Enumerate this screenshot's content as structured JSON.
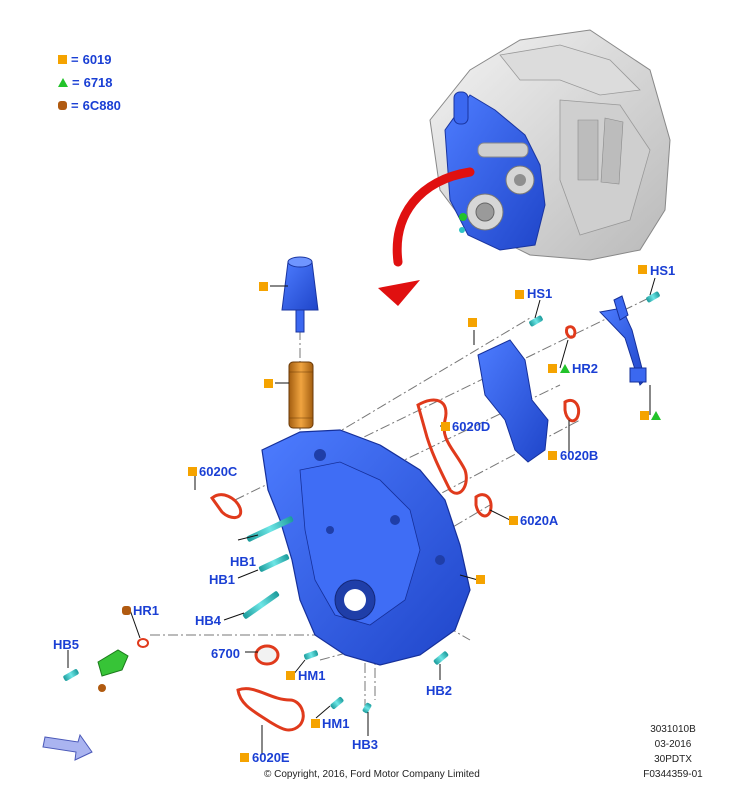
{
  "legend": [
    {
      "marker": "square",
      "value": "6019"
    },
    {
      "marker": "triangle",
      "value": "6718"
    },
    {
      "marker": "octagon",
      "value": "6C880"
    }
  ],
  "legend_eq": "=",
  "labels": {
    "hs1_right": "HS1",
    "hs1_top": "HS1",
    "hr2": "HR2",
    "p6020d": "6020D",
    "p6020b": "6020B",
    "p6020c": "6020C",
    "p6020a": "6020A",
    "hb1_upper": "HB1",
    "hb1_lower": "HB1",
    "hb4": "HB4",
    "hr1": "HR1",
    "hb5": "HB5",
    "p6700": "6700",
    "hm1_upper": "HM1",
    "hm1_lower": "HM1",
    "hb2": "HB2",
    "hb3": "HB3",
    "p6020e": "6020E"
  },
  "footer": {
    "copyright": "© Copyright, 2016, Ford Motor Company Limited",
    "ref1": "3031010B",
    "ref2": "03-2016",
    "ref3": "30PDTX",
    "ref4": "F0344359-01"
  },
  "colors": {
    "part_blue": "#2b5be8",
    "label_blue": "#1a3fd4",
    "gasket_red": "#e03a1c",
    "marker_orange": "#f5a300",
    "marker_green": "#22c32a",
    "marker_brown": "#b05a10",
    "bolt_cyan": "#2ec4c4",
    "arrow_red": "#e01010"
  }
}
